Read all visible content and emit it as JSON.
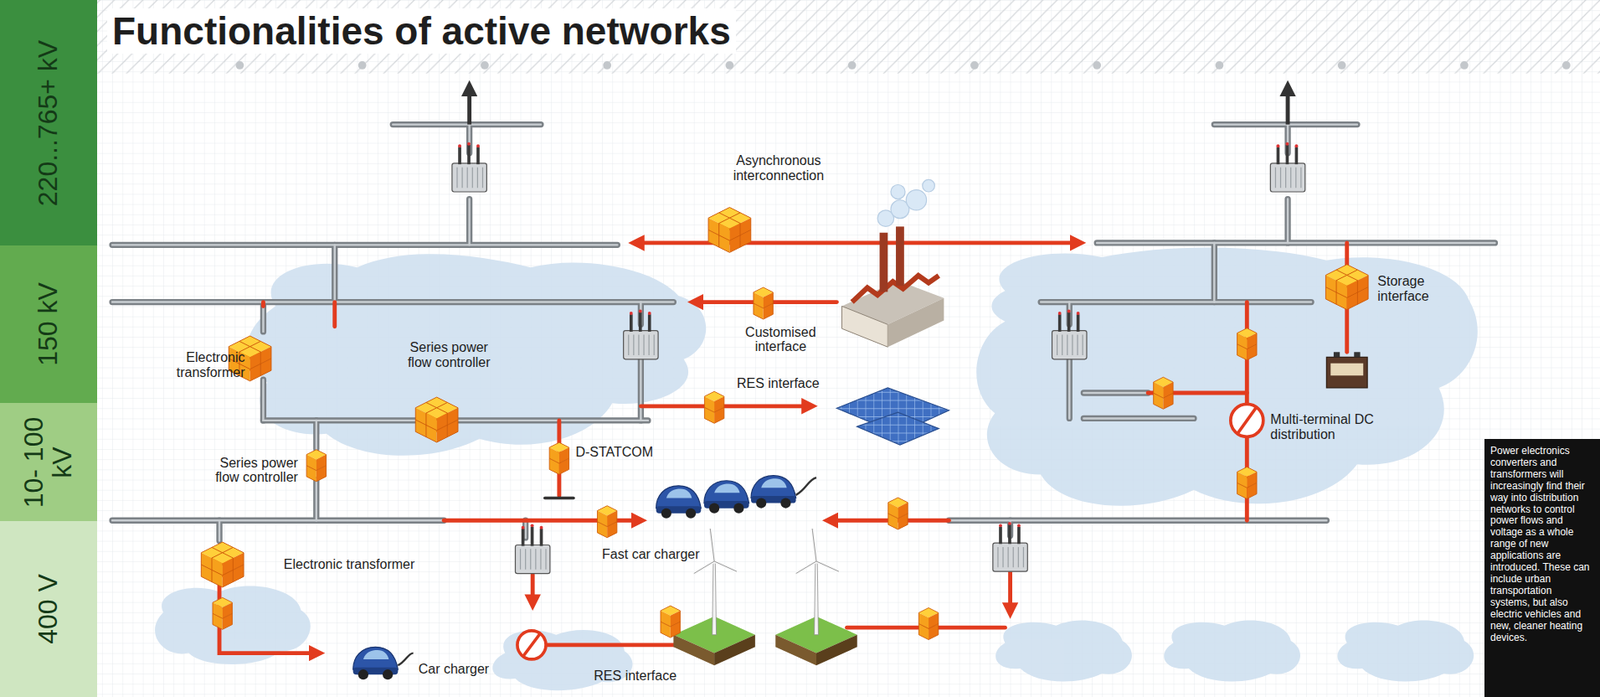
{
  "diagram": {
    "title": "Functionalities of active networks",
    "caption": "Power electronics converters and transformers will increasingly find their way into distribution networks to control power flows and voltage as a whole range of new applications are introduced. These can include urban transportation systems, but also electric vehicles and new, cleaner heating devices.",
    "nodes": [
      {
        "text": [
          "220...765+ kV"
        ]
      },
      {
        "text": [
          "150 kV"
        ]
      },
      {
        "text": [
          "10- 100 kV"
        ]
      },
      {
        "text": [
          "400 V"
        ]
      }
    ],
    "labels": [
      "Asynchronous interconnection",
      "Customised interface",
      "Storage interface",
      "Electronic transformer",
      "Series power flow controller",
      "RES interface",
      "D-STATCOM",
      "Series power flow controller",
      "Multi-terminal DC distribution",
      "Fast car charger",
      "Electronic transformer",
      "RES interface",
      "Car charger"
    ]
  }
}
